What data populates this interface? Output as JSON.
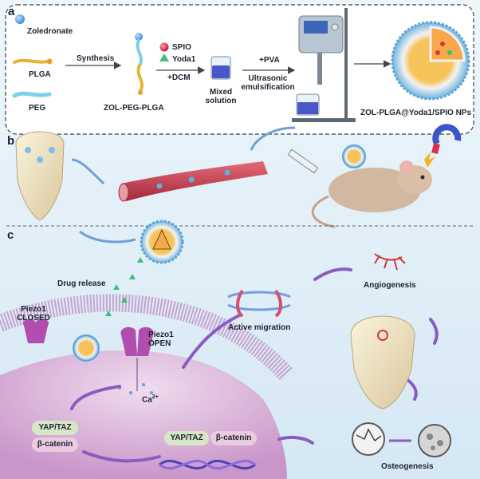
{
  "panels": {
    "a": "a",
    "b": "b",
    "c": "c"
  },
  "panel_a": {
    "zoledronate": "Zoledronate",
    "plga": "PLGA",
    "peg": "PEG",
    "synthesis": "Synthesis",
    "zol_peg_plga": "ZOL-PEG-PLGA",
    "spio": "SPIO",
    "yoda1": "Yoda1",
    "dcm": "+DCM",
    "mixed_solution": "Mixed\nsolution",
    "pva": "+PVA",
    "ultrasonic": "Ultrasonic\nemulsification",
    "nps": "ZOL-PLGA@Yoda1/SPIO NPs"
  },
  "panel_c": {
    "drug_release": "Drug release",
    "piezo_closed": "Piezo1\nCLOSED",
    "piezo_open": "Piezo1\nOPEN",
    "ca": "Ca",
    "ca_sup": "2+",
    "yap_taz_1": "YAP/TAZ",
    "beta_catenin_1": "β-catenin",
    "yap_taz_2": "YAP/TAZ",
    "beta_catenin_2": "β-catenin",
    "active_migration": "Active migration",
    "angiogenesis": "Angiogenesis",
    "osteogenesis": "Osteogenesis"
  },
  "colors": {
    "panel_bg": "#dcecf6",
    "arrow_purple": "#8a5cc0",
    "membrane": "#c7a2cf",
    "nucleus": "#d9b7d9",
    "peg_blue": "#7fd0e6",
    "plga_yellow": "#e8b23a",
    "spio_red": "#d8324a",
    "yoda1_green": "#3cbf74"
  }
}
